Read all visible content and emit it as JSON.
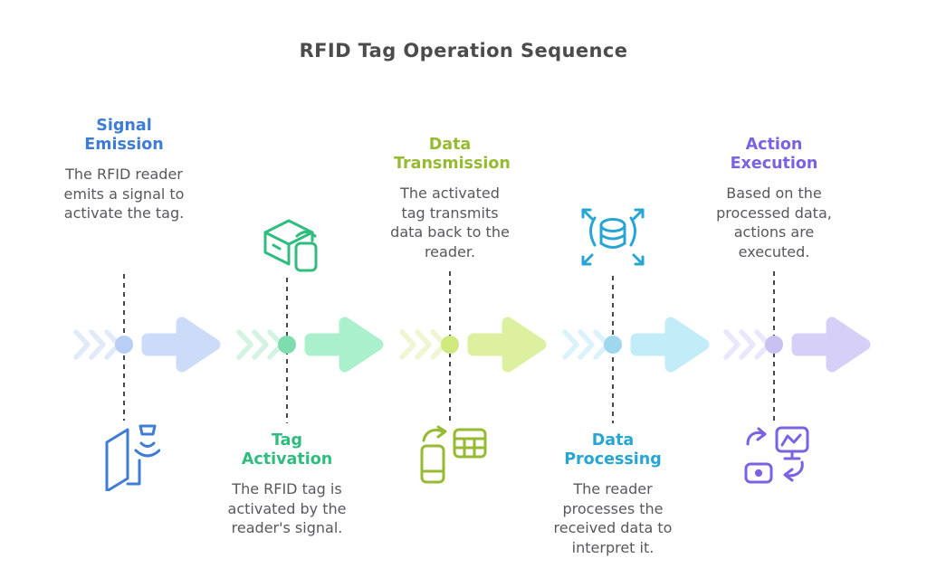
{
  "page": {
    "title": "RFID Tag Operation Sequence",
    "background_color": "#ffffff",
    "title_color": "#4c4c4c",
    "body_text_color": "#58585b",
    "dashed_line_color": "#474747"
  },
  "steps": [
    {
      "label": "Signal Emission",
      "description": "The RFID reader emits a signal to activate the tag.",
      "text_position": "top",
      "icon": "rfid-reader-icon",
      "accent": "#3f7cd6",
      "arrow_color": "#ccdbf8",
      "dot_color": "#b9cef5",
      "chevron_color": "#e2eaf8"
    },
    {
      "label": "Tag Activation",
      "description": "The RFID tag is activated by the reader's signal.",
      "text_position": "bottom",
      "icon": "box-tag-icon",
      "accent": "#2fbc7e",
      "arrow_color": "#abf0cd",
      "dot_color": "#7fdcaf",
      "chevron_color": "#d4f4e3"
    },
    {
      "label": "Data Transmission",
      "description": "The activated tag transmits data back to the reader.",
      "text_position": "top",
      "icon": "phone-table-icon",
      "accent": "#96ba32",
      "arrow_color": "#ddf0a0",
      "dot_color": "#d0e97f",
      "chevron_color": "#eef6d2"
    },
    {
      "label": "Data Processing",
      "description": "The reader processes the received data to interpret it.",
      "text_position": "bottom",
      "icon": "database-arrows-icon",
      "accent": "#28a5d2",
      "arrow_color": "#c2ecf8",
      "dot_color": "#9fd7ef",
      "chevron_color": "#dcf2fa"
    },
    {
      "label": "Action Execution",
      "description": "Based on the processed data, actions are executed.",
      "text_position": "top",
      "icon": "monitor-actions-icon",
      "accent": "#7a62e0",
      "arrow_color": "#d6cff7",
      "dot_color": "#c9c1f1",
      "chevron_color": "#eae6fb"
    }
  ]
}
